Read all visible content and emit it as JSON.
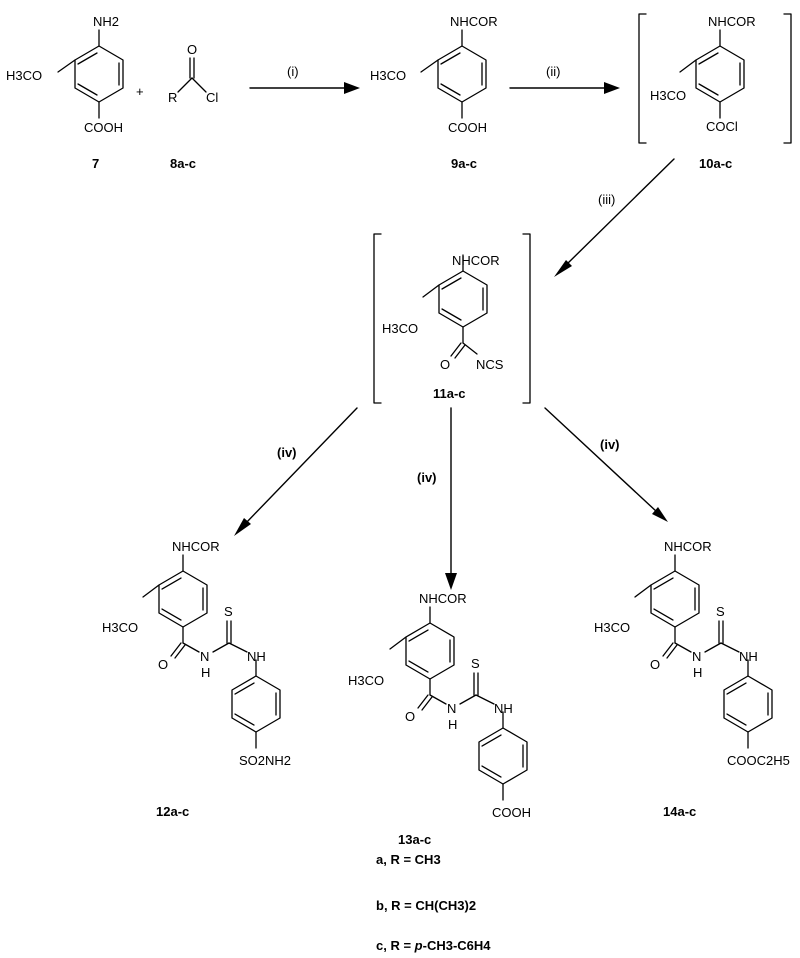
{
  "compounds": [
    {
      "id": "7",
      "sub_top": "NH2",
      "sub_side": "H3CO",
      "sub_bottom": "COOH"
    },
    {
      "id": "8a-c",
      "acyl_R": "R",
      "acyl_O": "O",
      "acyl_Cl": "Cl"
    },
    {
      "id": "9a-c",
      "sub_top": "NHCOR",
      "sub_side": "H3CO",
      "sub_bottom": "COOH"
    },
    {
      "id": "10a-c",
      "sub_top": "NHCOR",
      "sub_side": "H3CO",
      "sub_bottom": "COCl"
    },
    {
      "id": "11a-c",
      "sub_top": "NHCOR",
      "sub_side": "H3CO",
      "carbonyl_O": "O",
      "sub_tail": "NCS"
    },
    {
      "id": "12a-c",
      "sub_top": "NHCOR",
      "sub_side": "H3CO",
      "carbonyl_O": "O",
      "thio_S": "S",
      "nh1": "N",
      "nh1_h": "H",
      "nh2": "NH",
      "aryl_sub": "SO2NH2"
    },
    {
      "id": "13a-c",
      "sub_top": "NHCOR",
      "sub_side": "H3CO",
      "carbonyl_O": "O",
      "thio_S": "S",
      "nh1": "N",
      "nh1_h": "H",
      "nh2": "NH",
      "aryl_sub": "COOH"
    },
    {
      "id": "14a-c",
      "sub_top": "NHCOR",
      "sub_side": "H3CO",
      "carbonyl_O": "O",
      "thio_S": "S",
      "nh1": "N",
      "nh1_h": "H",
      "nh2": "NH",
      "aryl_sub": "COOC2H5"
    }
  ],
  "plus_sign": "+",
  "steps": {
    "i": "(i)",
    "ii": "(ii)",
    "iii": "(iii)",
    "iv_left": "(iv)",
    "iv_middle": "(iv)",
    "iv_right": "(iv)"
  },
  "legend": [
    {
      "letter": "a",
      "text": ", R = CH3"
    },
    {
      "letter": "b",
      "text": ", R = CH(CH3)2"
    },
    {
      "letter": "c",
      "text_prefix": ", R = ",
      "italic": "p",
      "text_suffix": "-CH3-C6H4"
    }
  ]
}
